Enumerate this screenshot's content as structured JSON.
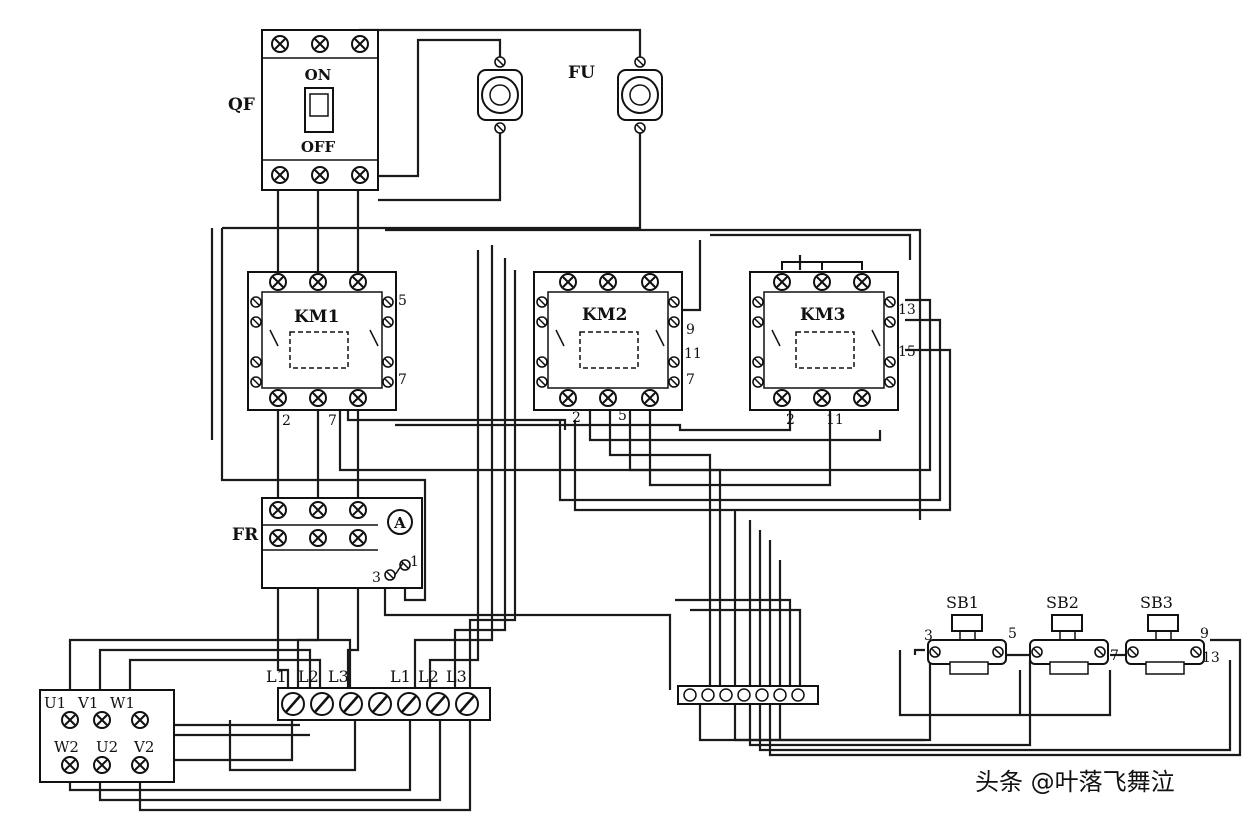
{
  "labels": {
    "qf": "QF",
    "qf_on": "ON",
    "qf_off": "OFF",
    "fu": "FU",
    "km1": "KM1",
    "km2": "KM2",
    "km3": "KM3",
    "fr": "FR",
    "fr_ammeter": "A",
    "sb1": "SB1",
    "sb2": "SB2",
    "sb3": "SB3"
  },
  "wire_numbers": {
    "km1_5": "5",
    "km1_7": "7",
    "km1_2": "2",
    "km1_7b": "7",
    "km2_9": "9",
    "km2_11": "11",
    "km2_7": "7",
    "km2_2": "2",
    "km2_5": "5",
    "km3_13": "13",
    "km3_15": "15",
    "km3_2": "2",
    "km3_11": "11",
    "fr_3": "3",
    "fr_1": "1",
    "sb1_3": "3",
    "sb1_5": "5",
    "sb2_7": "7",
    "sb3_9": "9",
    "sb3_13": "13"
  },
  "terminal_block": [
    "L1",
    "L2",
    "L3",
    "L1",
    "L2",
    "L3"
  ],
  "motor": {
    "top": [
      "U1",
      "V1",
      "W1"
    ],
    "bottom": [
      "W2",
      "U2",
      "V2"
    ]
  },
  "watermark": "头条 @叶落飞舞泣",
  "colors": {
    "line": "#1a1a1a",
    "bg": "#ffffff"
  }
}
